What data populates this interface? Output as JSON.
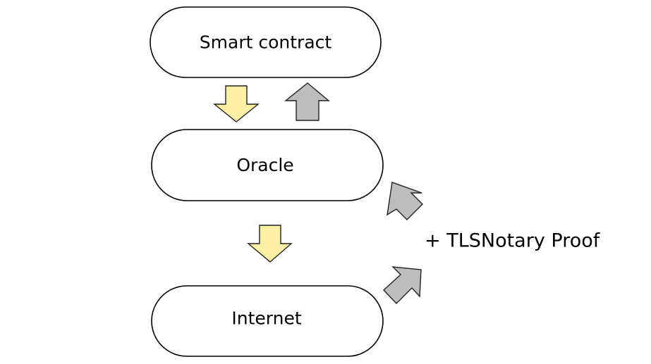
{
  "nodes": {
    "smart_contract": "Smart contract",
    "oracle": "Oracle",
    "internet": "Internet"
  },
  "proof_label": "+ TLSNotary Proof",
  "arrows": {
    "request_icon": "down-arrow-icon",
    "response_icon": "up-arrow-icon",
    "request_color": "#fdf0a6",
    "response_color": "#bdbdbd"
  }
}
